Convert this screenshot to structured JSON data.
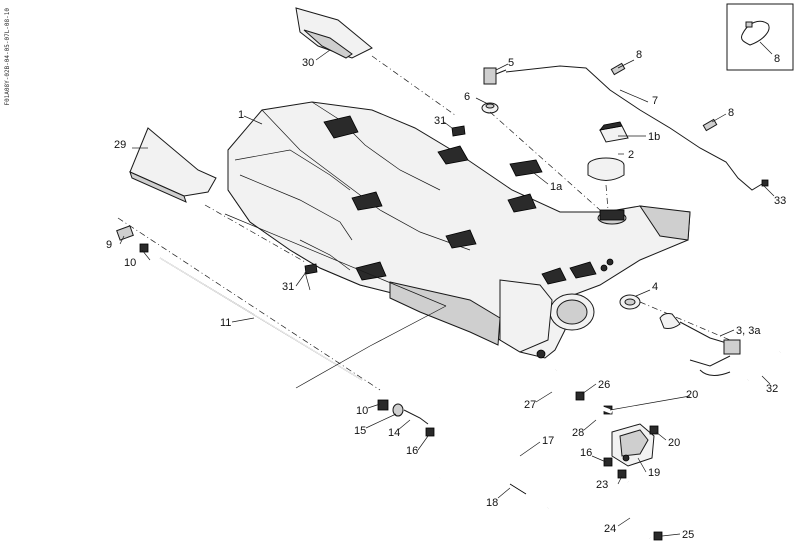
{
  "side_code": "F01A08Y-02B-04-05-07L-08-10",
  "callouts": {
    "c1": "1",
    "c1a": "1a",
    "c1b": "1b",
    "c2": "2",
    "c3": "3, 3a",
    "c4": "4",
    "c5": "5",
    "c6": "6",
    "c7": "7",
    "c8a": "8",
    "c8b": "8",
    "c8c": "8",
    "c9": "9",
    "c10a": "10",
    "c10b": "10",
    "c11": "11",
    "c14": "14",
    "c15": "15",
    "c16a": "16",
    "c16b": "16",
    "c17": "17",
    "c18": "18",
    "c19": "19",
    "c20a": "20",
    "c20b": "20",
    "c23": "23",
    "c24": "24",
    "c25": "25",
    "c26": "26",
    "c27": "27",
    "c28": "28",
    "c29": "29",
    "c30": "30",
    "c31a": "31",
    "c31b": "31",
    "c32": "32",
    "c33": "33"
  }
}
